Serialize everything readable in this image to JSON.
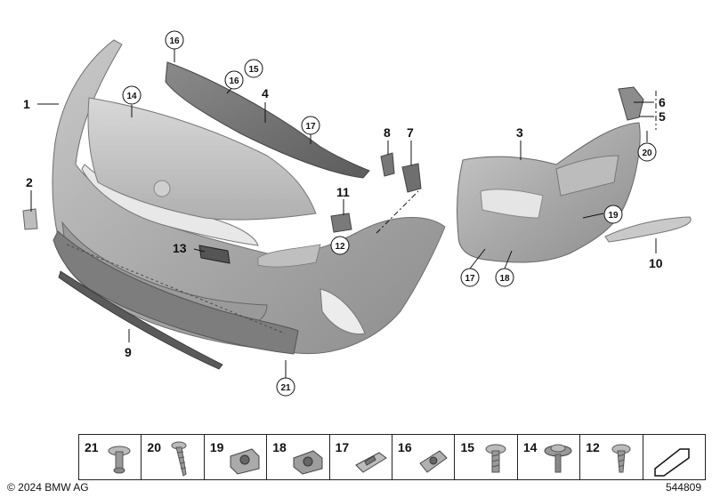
{
  "callouts": {
    "c1": "1",
    "c2": "2",
    "c3": "3",
    "c4": "4",
    "c5": "5",
    "c6": "6",
    "c7": "7",
    "c8": "8",
    "c9": "9",
    "c10": "10",
    "c11": "11",
    "c13": "13"
  },
  "circled": {
    "k12": "12",
    "k14": "14",
    "k15": "15",
    "k16a": "16",
    "k16b": "16",
    "k17a": "17",
    "k17b": "17",
    "k18": "18",
    "k19": "19",
    "k20": "20",
    "k21": "21"
  },
  "legend": {
    "items": [
      {
        "num": "21",
        "icon": "push-rivet"
      },
      {
        "num": "20",
        "icon": "screw-long"
      },
      {
        "num": "19",
        "icon": "clip-nut"
      },
      {
        "num": "18",
        "icon": "clip-nut"
      },
      {
        "num": "17",
        "icon": "spring-clip"
      },
      {
        "num": "16",
        "icon": "speed-nut"
      },
      {
        "num": "15",
        "icon": "flange-screw"
      },
      {
        "num": "14",
        "icon": "washer-screw"
      },
      {
        "num": "12",
        "icon": "tapping-screw"
      },
      {
        "num": "",
        "icon": "direction-arrow"
      }
    ]
  },
  "footer": {
    "copyright": "© 2024 BMW AG",
    "diagram_id": "544809"
  }
}
